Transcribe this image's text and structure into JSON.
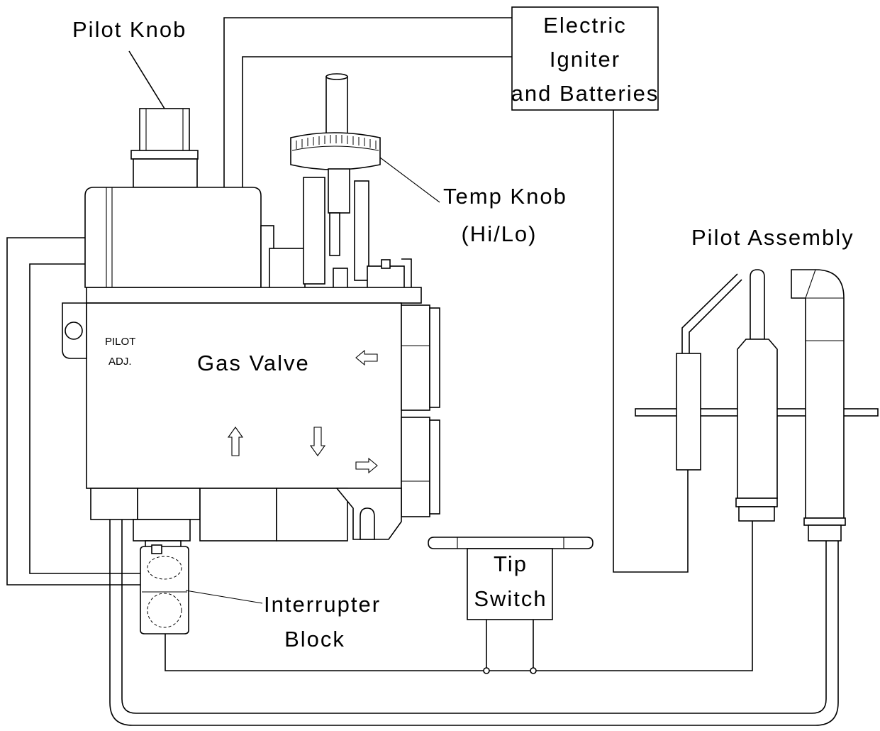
{
  "labels": {
    "pilot_knob": "Pilot Knob",
    "electric_igniter": [
      "Electric",
      "Igniter",
      "and Batteries"
    ],
    "temp_knob": [
      "Temp Knob",
      "(Hi/Lo)"
    ],
    "pilot_assembly": "Pilot Assembly",
    "pilot_adj": [
      "PILOT",
      "ADJ."
    ],
    "gas_valve": "Gas Valve",
    "tip_switch": [
      "Tip",
      "Switch"
    ],
    "interrupter_block": [
      "Interrupter",
      "Block"
    ]
  }
}
